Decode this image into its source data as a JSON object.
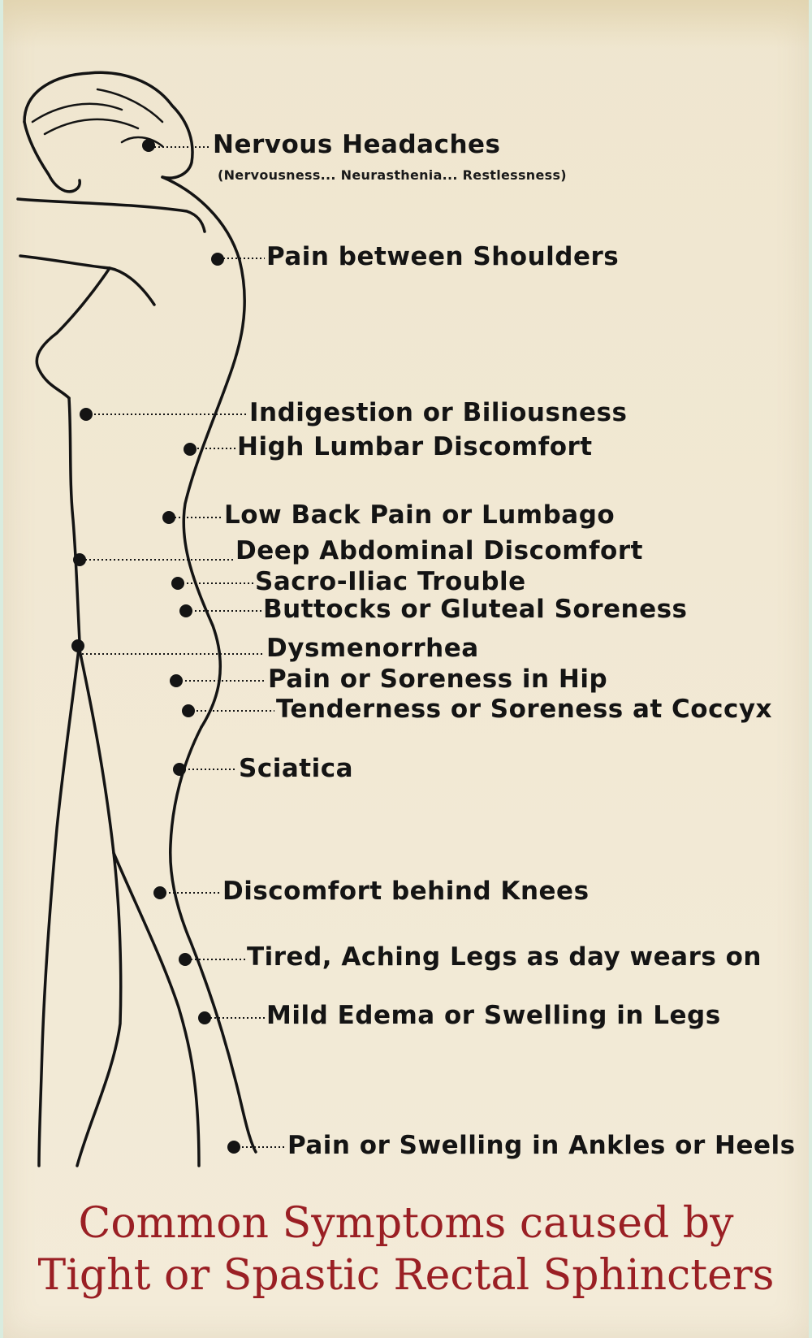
{
  "colors": {
    "paper": "#f1e8d3",
    "ink": "#141414",
    "caption_red": "#9a1f24"
  },
  "labels": {
    "nervous_headaches": "Nervous Headaches",
    "nervous_headaches_sub": "(Nervousness... Neurasthenia... Restlessness)",
    "pain_between_shoulders": "Pain between Shoulders",
    "indigestion": "Indigestion or Biliousness",
    "high_lumbar": "High Lumbar Discomfort",
    "low_back_pain": "Low Back Pain or Lumbago",
    "deep_abdominal": "Deep Abdominal Discomfort",
    "sacro_iliac": "Sacro-Iliac Trouble",
    "buttocks": "Buttocks or Gluteal Soreness",
    "dysmenorrhea": "Dysmenorrhea",
    "hip_pain": "Pain or Soreness in Hip",
    "coccyx": "Tenderness or Soreness at Coccyx",
    "sciatica": "Sciatica",
    "knees": "Discomfort behind Knees",
    "tired_legs": "Tired, Aching Legs as day wears on",
    "edema": "Mild Edema or Swelling in Legs",
    "ankles": "Pain or Swelling in Ankles or Heels"
  },
  "caption": {
    "line1": "Common Symptoms caused by",
    "line2": "Tight or Spastic Rectal Sphincters"
  }
}
